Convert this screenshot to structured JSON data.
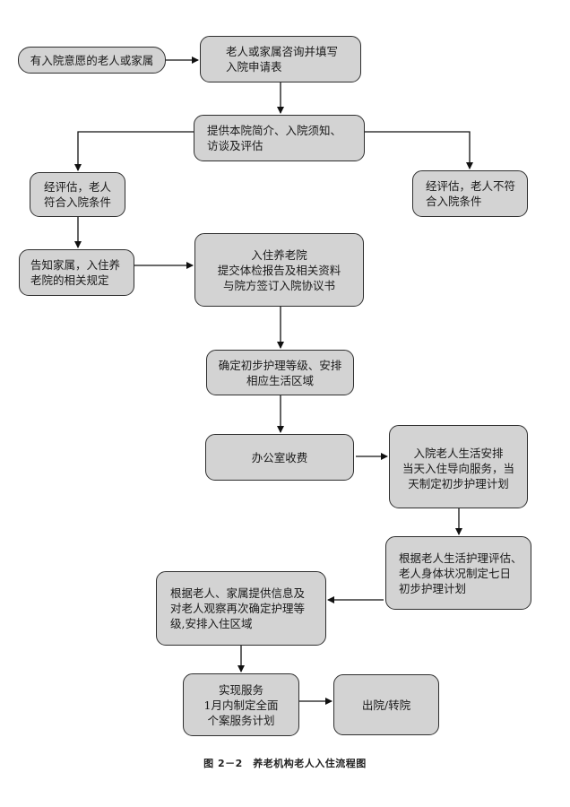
{
  "flowchart": {
    "nodes": {
      "n1": "有入院意愿的老人或家属",
      "n2": "老人或家属咨询并填写\n入院申请表",
      "n3": "提供本院简介、入院须知、\n访谈及评估",
      "n4": "经评估，老人\n符合入院条件",
      "n5": "经评估，老人不符\n合入院条件",
      "n6": "告知家属，入住养\n老院的相关规定",
      "n7": "入住养老院\n提交体检报告及相关资料\n与院方签订入院协议书",
      "n8": "确定初步护理等级、安排\n相应生活区域",
      "n9": "办公室收费",
      "n10": "入院老人生活安排\n当天入住导向服务，当\n天制定初步护理计划",
      "n11": "根据老人生活护理评估、\n老人身体状况制定七日\n初步护理计划",
      "n12": "根据老人、家属提供信息及\n对老人观察再次确定护理等\n级,安排入住区域",
      "n13": "实现服务\n1月内制定全面\n个案服务计划",
      "n14": "出院/转院"
    },
    "edges": [
      [
        "n1",
        "n2"
      ],
      [
        "n2",
        "n3"
      ],
      [
        "n3",
        "n4"
      ],
      [
        "n3",
        "n5"
      ],
      [
        "n4",
        "n6"
      ],
      [
        "n6",
        "n7"
      ],
      [
        "n7",
        "n8"
      ],
      [
        "n8",
        "n9"
      ],
      [
        "n9",
        "n10"
      ],
      [
        "n10",
        "n11"
      ],
      [
        "n11",
        "n12"
      ],
      [
        "n12",
        "n13"
      ],
      [
        "n13",
        "n14"
      ]
    ]
  },
  "caption": "图 2－2　养老机构老人入住流程图"
}
